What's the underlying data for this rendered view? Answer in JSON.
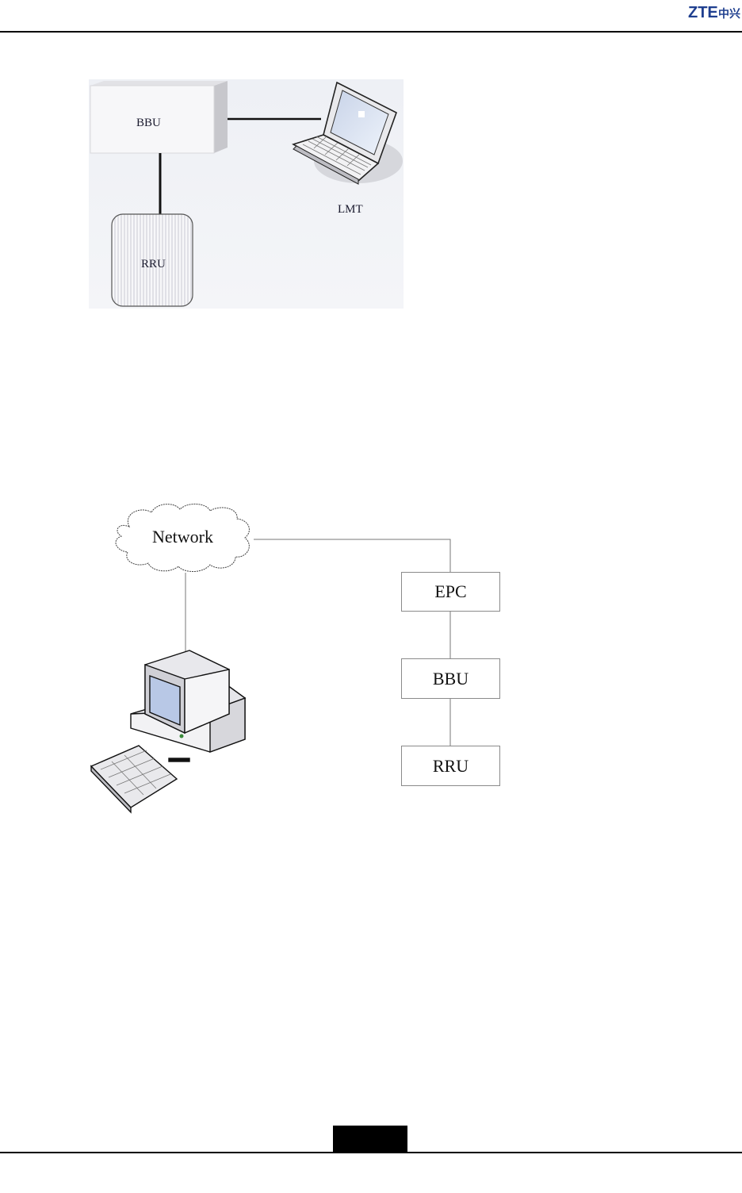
{
  "header": {
    "logo_text": "ZTE中兴"
  },
  "figure_local": {
    "bbu_label": "BBU",
    "rru_label": "RRU",
    "lmt_label": "LMT"
  },
  "figure_remote": {
    "network_label": "Network",
    "epc_label": "EPC",
    "bbu_label": "BBU",
    "rru_label": "RRU"
  }
}
